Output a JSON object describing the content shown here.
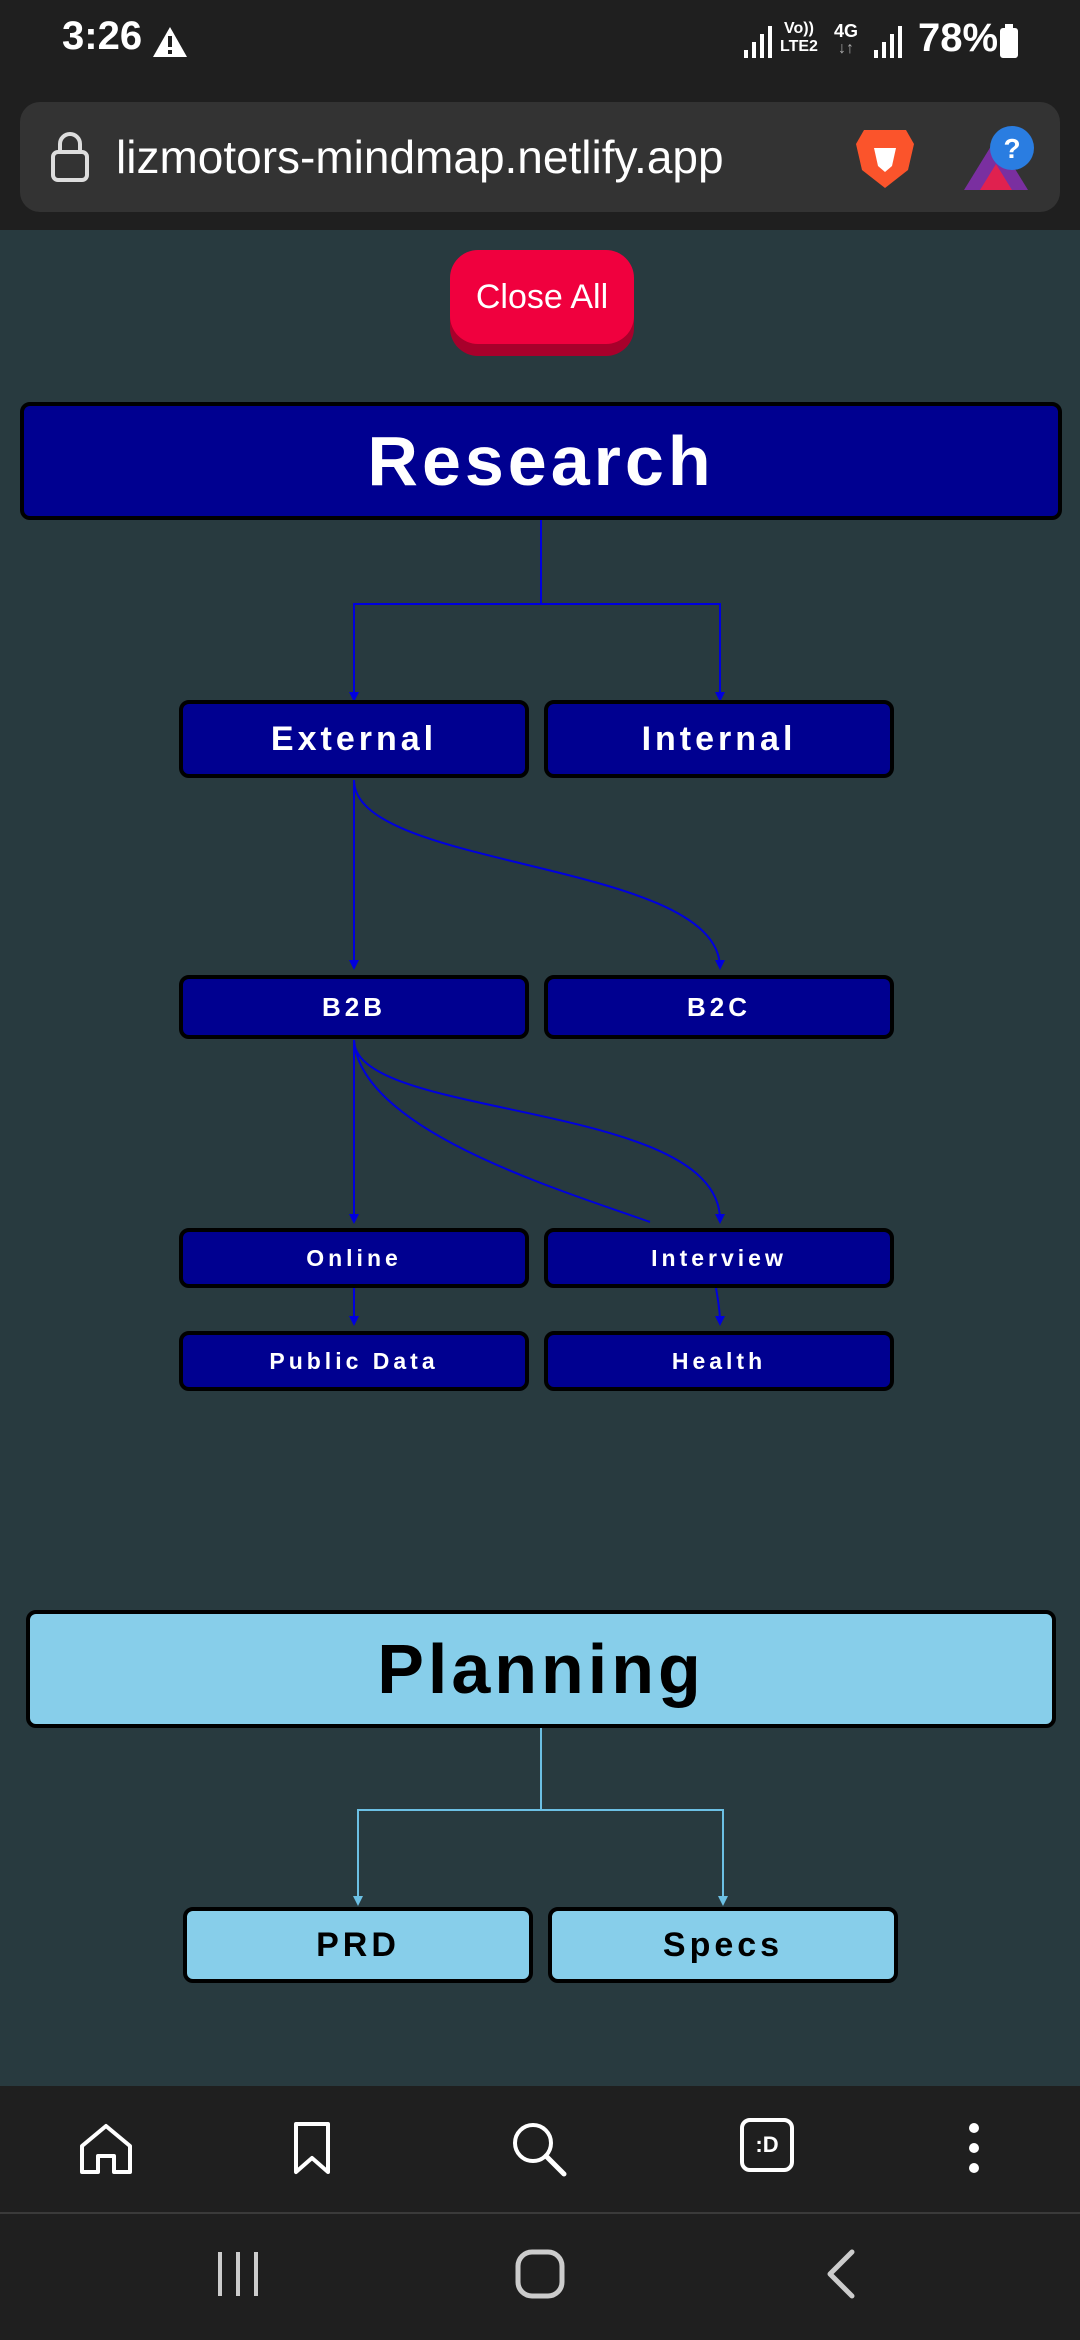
{
  "status": {
    "time": "3:26",
    "volte_line1": "Vo))",
    "volte_line2": "LTE2",
    "network": "4G",
    "battery": "78%"
  },
  "browser": {
    "url": "lizmotors-mindmap.netlify.app"
  },
  "toolbar": {
    "close_all_label": "Close All"
  },
  "research": {
    "title": "Research",
    "nodes": [
      "External",
      "Internal",
      "B2B",
      "B2C",
      "Online",
      "Interview",
      "Public Data",
      "Health"
    ]
  },
  "planning": {
    "title": "Planning",
    "nodes": [
      "PRD",
      "Specs"
    ]
  },
  "colors": {
    "research_bg": "#000090",
    "planning_bg": "#87ceea",
    "close_btn": "#f0003e",
    "canvas": "#283a3f"
  },
  "icons": [
    "warning-icon",
    "signal-icon",
    "battery-icon",
    "lock-icon",
    "brave-icon",
    "extension-help-icon",
    "home-icon",
    "bookmark-icon",
    "search-icon",
    "tabs-icon",
    "more-icon",
    "recents-icon",
    "home-circle-icon",
    "back-icon"
  ],
  "tabs_icon_label": ":D"
}
